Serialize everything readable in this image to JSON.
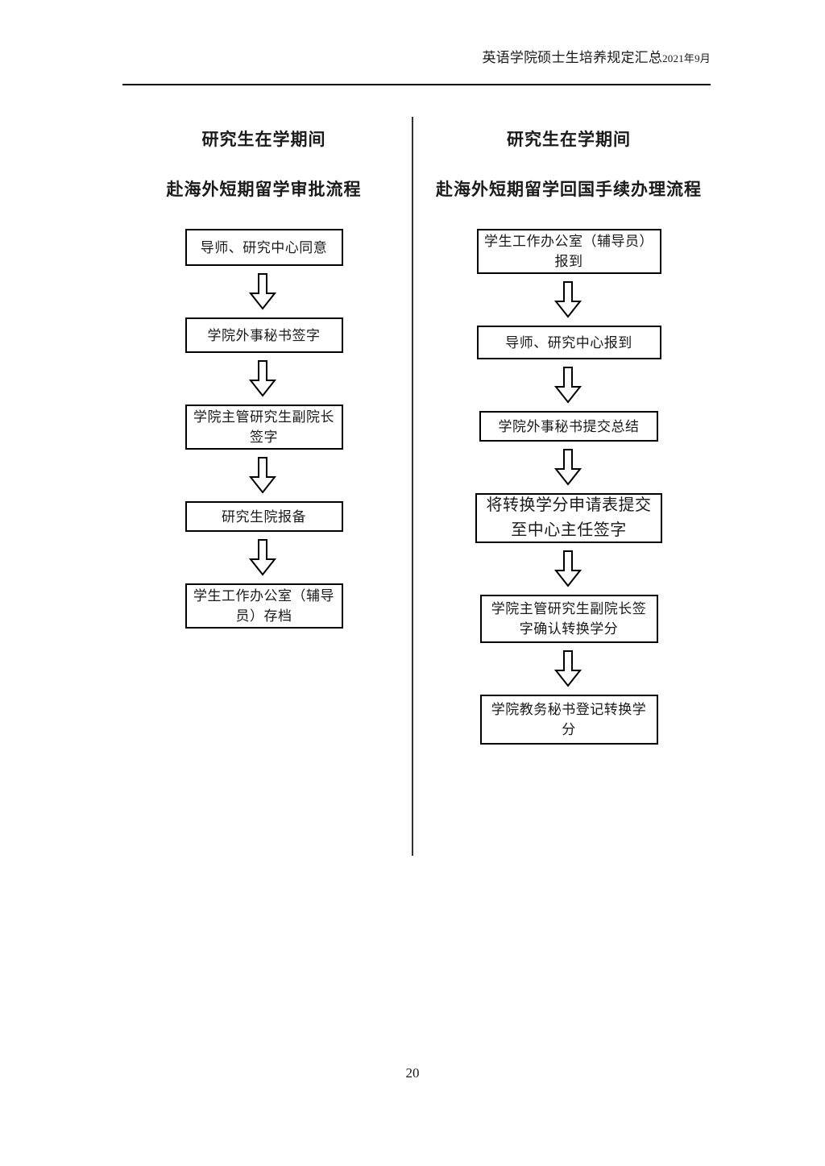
{
  "header": {
    "title": "英语学院硕士生培养规定汇总",
    "date": "2021年9月"
  },
  "columns": {
    "left": {
      "title_line1": "研究生在学期间",
      "title_line2": "赴海外短期留学审批流程",
      "steps": [
        {
          "text": "导师、研究中心同意"
        },
        {
          "text": "学院外事秘书签字"
        },
        {
          "text": "学院主管研究生副院长签字"
        },
        {
          "text": "研究生院报备"
        },
        {
          "text": "学生工作办公室（辅导员）存档"
        }
      ]
    },
    "right": {
      "title_line1": "研究生在学期间",
      "title_line2": "赴海外短期留学回国手续办理流程",
      "steps": [
        {
          "text": "学生工作办公室（辅导员）报到"
        },
        {
          "text": "导师、研究中心报到"
        },
        {
          "text": "学院外事秘书提交总结"
        },
        {
          "text": "将转换学分申请表提交至中心主任签字"
        },
        {
          "text": "学院主管研究生副院长签字确认转换学分"
        },
        {
          "text": "学院教务秘书登记转换学分"
        }
      ]
    }
  },
  "footer": {
    "page_number": "20"
  },
  "colors": {
    "ink": "#1a1a1a",
    "rule": "#000000",
    "divider": "#333333",
    "page_background": "#ffffff"
  }
}
